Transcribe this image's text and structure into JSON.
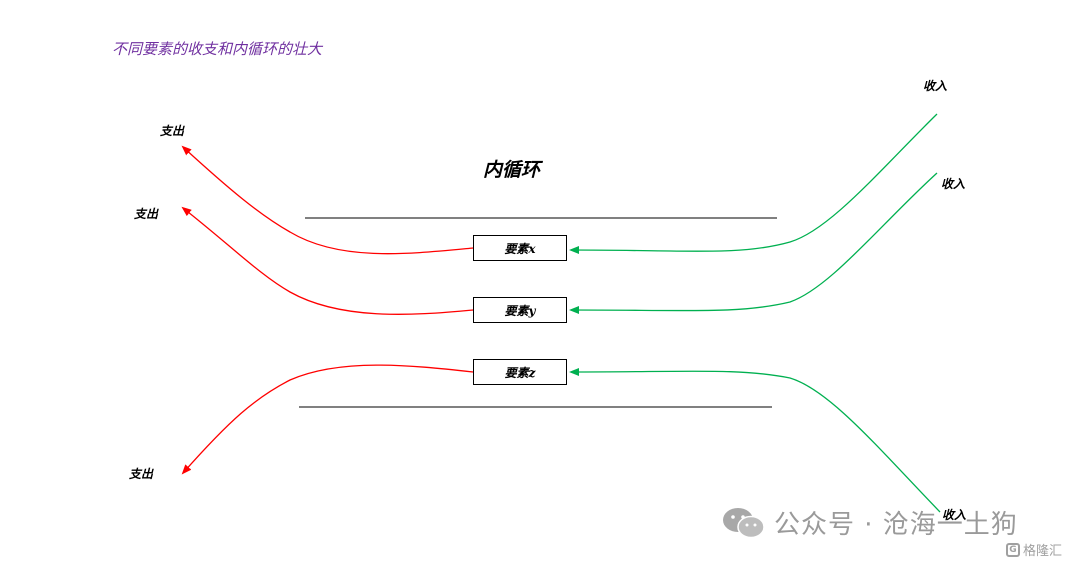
{
  "title": "不同要素的收支和内循环的壮大",
  "center_title": "内循环",
  "elements": [
    {
      "label": "要素x"
    },
    {
      "label": "要素y"
    },
    {
      "label": "要素z"
    }
  ],
  "expense_label": "支出",
  "income_label": "收入",
  "watermark": {
    "text": "公众号 · 沧海一土狗",
    "icon": "wechat-icon"
  },
  "brand": {
    "text": "格隆汇",
    "icon": "gelonghui-logo-icon"
  },
  "colors": {
    "expense": "#FF0000",
    "income": "#00B050",
    "title": "#7030A0"
  }
}
